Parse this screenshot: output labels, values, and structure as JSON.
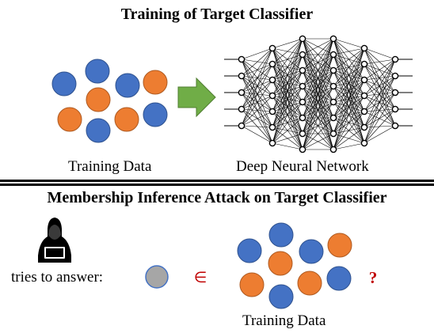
{
  "section_top": {
    "title": "Training of Target Classifier",
    "data_caption": "Training Data",
    "network_caption": "Deep Neural Network"
  },
  "section_bottom": {
    "title": "Membership Inference Attack on Target Classifier",
    "attacker_text": "tries to answer:",
    "element_of_symbol": "∈",
    "question_mark": "?",
    "data_caption": "Training Data"
  },
  "colors": {
    "blue": "#4472c4",
    "orange": "#ed7d31",
    "gray": "#a6a6a6",
    "arrow_green": "#70ad47",
    "red": "#c00000"
  }
}
